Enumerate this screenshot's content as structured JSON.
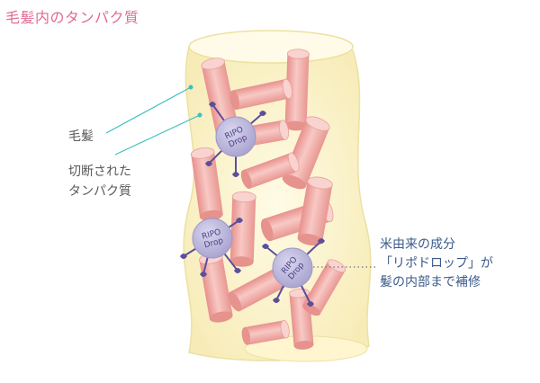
{
  "title": "毛髪内のタンパク質",
  "labels": {
    "hair": "毛髪",
    "cut_protein_line1": "切断された",
    "cut_protein_line2": "タンパク質",
    "ingredient_line1": "米由来の成分",
    "ingredient_line2": "「リポドロップ」が",
    "ingredient_line3": "髪の内部まで補修"
  },
  "drop_label_line1": "RIPO",
  "drop_label_line2": "Drop",
  "colors": {
    "title": "#e26a93",
    "hair_fill": "#fbf3c9",
    "hair_stroke": "#ece1a2",
    "protein": "#f2b2ae",
    "protein_dark": "#e48f8a",
    "drop": "#b9b4d9",
    "drop_arm": "#5c4f9a",
    "leader_line": "#3fbfbf",
    "dotted_line": "#888888"
  }
}
